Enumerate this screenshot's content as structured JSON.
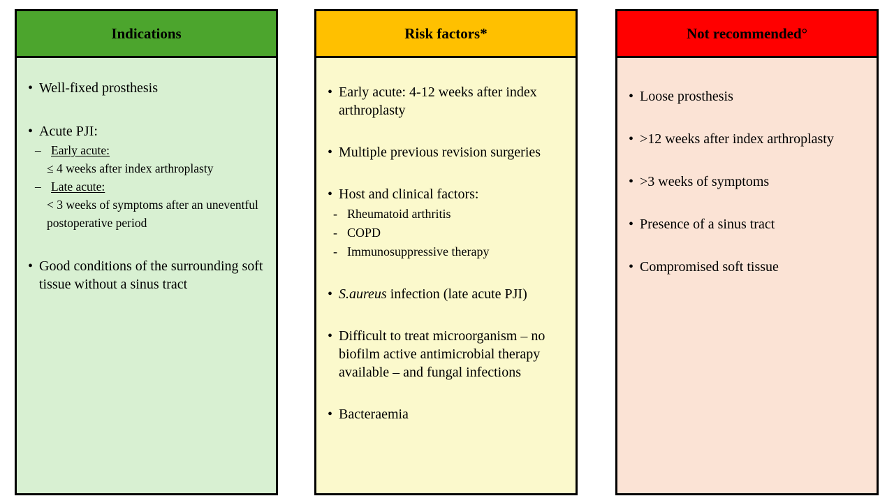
{
  "glyphs": {
    "bullet": "•",
    "dash": "–",
    "hyphen": "-"
  },
  "colors": {
    "border": "#000000",
    "page_bg": "#FFFFFF",
    "text": "#000000"
  },
  "columns": [
    {
      "header": "Indications",
      "header_bg": "#4CA52D",
      "body_bg": "#D8F0D2",
      "items": [
        {
          "text": "Well-fixed prosthesis"
        },
        {
          "text": "Acute PJI:",
          "subs": [
            {
              "label": "Early acute:",
              "detail": "≤ 4 weeks after index arthroplasty"
            },
            {
              "label": "Late acute:",
              "detail": "< 3 weeks of symptoms after an uneventful postoperative period"
            }
          ]
        },
        {
          "text": "Good conditions of the surrounding soft tissue without a sinus tract"
        }
      ]
    },
    {
      "header": "Risk factors*",
      "header_bg": "#FFC000",
      "body_bg": "#FBF9CC",
      "items": [
        {
          "text": "Early acute: 4-12 weeks after index arthroplasty"
        },
        {
          "text": "Multiple previous revision surgeries"
        },
        {
          "text": "Host and clinical factors:",
          "subs": [
            "Rheumatoid arthritis",
            "COPD",
            "Immunosuppressive therapy"
          ]
        },
        {
          "italic": "S.aureus",
          "rest": " infection (late acute PJI)"
        },
        {
          "text": "Difficult to treat microorganism – no biofilm active antimicrobial therapy available – and fungal infections"
        },
        {
          "text": "Bacteraemia"
        }
      ]
    },
    {
      "header": "Not recommended°",
      "header_bg": "#FF0000",
      "body_bg": "#FBE3D5",
      "items": [
        {
          "text": ">12 weeks after index arthroplasty"
        },
        {
          "text": "Loose prosthesis"
        },
        {
          "text": ">3 weeks of symptoms"
        },
        {
          "text": "Presence of a sinus tract"
        },
        {
          "text": "Compromised soft tissue"
        }
      ]
    }
  ]
}
